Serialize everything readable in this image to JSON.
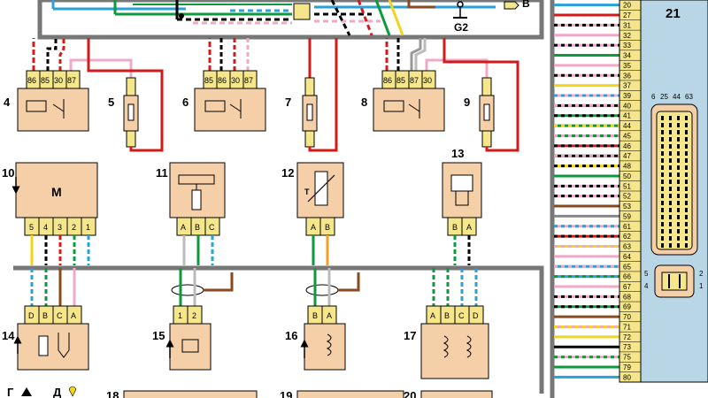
{
  "diagram": {
    "top_labels": {
      "ground": "G2",
      "connector": "B"
    },
    "components": [
      {
        "id": "4",
        "pins": [
          "86",
          "85",
          "30",
          "87"
        ]
      },
      {
        "id": "5"
      },
      {
        "id": "6",
        "pins": [
          "85",
          "86",
          "30",
          "87"
        ]
      },
      {
        "id": "7"
      },
      {
        "id": "8",
        "pins": [
          "86",
          "85",
          "87",
          "30"
        ]
      },
      {
        "id": "9"
      },
      {
        "id": "10",
        "symbol": "M",
        "pins": [
          "5",
          "4",
          "3",
          "2",
          "1"
        ]
      },
      {
        "id": "11",
        "pins": [
          "A",
          "B",
          "C"
        ]
      },
      {
        "id": "12",
        "symbol": "T",
        "pins": [
          "A",
          "B"
        ]
      },
      {
        "id": "13",
        "pins": [
          "B",
          "A"
        ]
      },
      {
        "id": "14",
        "pins": [
          "D",
          "B",
          "C",
          "A"
        ]
      },
      {
        "id": "15",
        "pins": [
          "1",
          "2"
        ]
      },
      {
        "id": "16",
        "pins": [
          "B",
          "A"
        ]
      },
      {
        "id": "17",
        "pins": [
          "A",
          "B",
          "C",
          "D"
        ]
      },
      {
        "id": "18"
      },
      {
        "id": "19"
      },
      {
        "id": "20"
      }
    ],
    "bottom_labels": [
      "Г",
      "Д"
    ],
    "ecu": {
      "id": "21",
      "pins": [
        "20",
        "27",
        "31",
        "32",
        "33",
        "34",
        "35",
        "36",
        "37",
        "39",
        "40",
        "41",
        "44",
        "45",
        "46",
        "47",
        "48",
        "50",
        "51",
        "52",
        "53",
        "59",
        "61",
        "62",
        "63",
        "64",
        "65",
        "66",
        "67",
        "68",
        "69",
        "70",
        "71",
        "72",
        "73",
        "75",
        "79",
        "80"
      ],
      "connector_pins_top": [
        "6",
        "25",
        "44",
        "63"
      ],
      "connector_pins_left": [
        "5",
        "4"
      ],
      "connector_pins_right": [
        "2",
        "1"
      ]
    },
    "colors": {
      "panel": "#f5cfa8",
      "pin": "#f5e68c",
      "ecu": "#b9d6e6",
      "frame": "#777777",
      "red": "#d11a1a",
      "pink": "#f0a8c8",
      "green": "#0c9a3c",
      "blue": "#2aa0d8",
      "brown": "#8a4a1e",
      "yellow": "#f2d51a",
      "orange": "#f0a028"
    }
  }
}
